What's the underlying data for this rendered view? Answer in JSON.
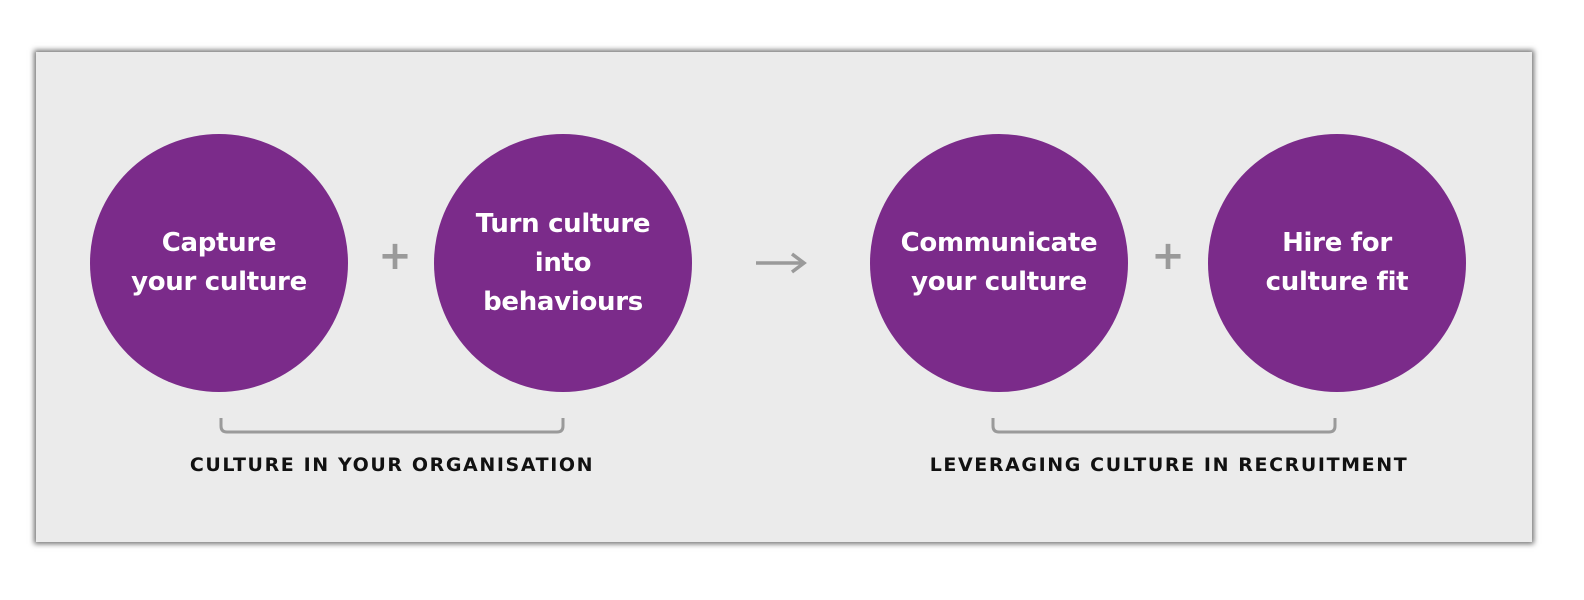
{
  "colors": {
    "circle": "#7b2b8a",
    "operator": "#9a9a9a",
    "panel": "#ebebeb",
    "label": "#111111"
  },
  "steps": [
    {
      "text": "Capture\nyour culture"
    },
    {
      "text": "Turn culture\ninto\nbehaviours"
    },
    {
      "text": "Communicate\nyour culture"
    },
    {
      "text": "Hire for\nculture fit"
    }
  ],
  "operators": {
    "plus": "+"
  },
  "groups": [
    {
      "label": "CULTURE IN YOUR ORGANISATION"
    },
    {
      "label": "LEVERAGING CULTURE IN RECRUITMENT"
    }
  ]
}
